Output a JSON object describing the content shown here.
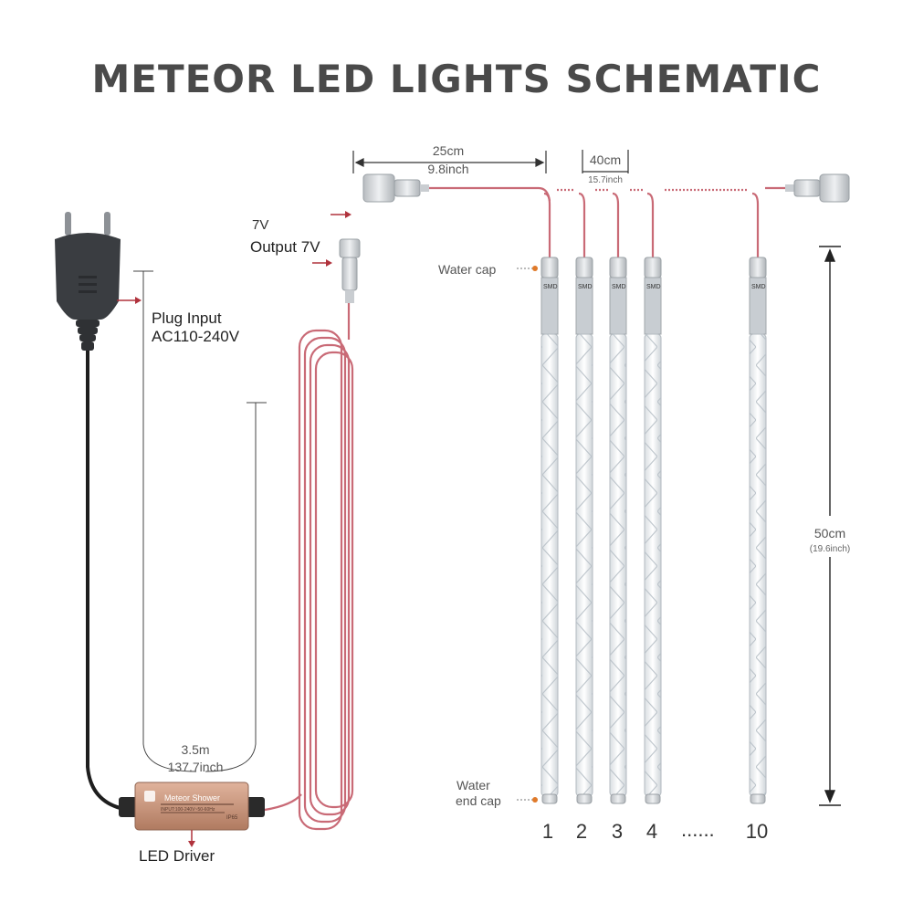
{
  "title": "METEOR LED LIGHTS SCHEMATIC",
  "labels": {
    "top_length": "25cm",
    "top_length_inch": "9.8inch",
    "spacing": "40cm",
    "spacing_inch": "15.7inch",
    "output_v": "7V",
    "output_label": "Output 7V",
    "plug_input": "Plug Input",
    "plug_voltage": "AC110-240V",
    "water_cap": "Water cap",
    "water_end_cap_1": "Water",
    "water_end_cap_2": "end cap",
    "tube_length": "50cm",
    "tube_length_inch": "(19.6inch)",
    "cable_length": "3.5m",
    "cable_length_inch": "137.7inch",
    "led_driver": "LED Driver",
    "driver_brand": "Meteor Shower",
    "driver_spec": "INPUT:100-240V~50-60Hz",
    "driver_ip": "IP65",
    "tube_print": "SMD",
    "ellipsis": "......"
  },
  "tubes": [
    "1",
    "2",
    "3",
    "4",
    "10"
  ],
  "colors": {
    "cable_red": "#c96a76",
    "cable_black": "#1e1e1e",
    "driver_body": "#c9957a",
    "accent_arrow": "#b0323c",
    "dot_orange": "#e07a2a",
    "title_gray": "#4a4a4a"
  }
}
